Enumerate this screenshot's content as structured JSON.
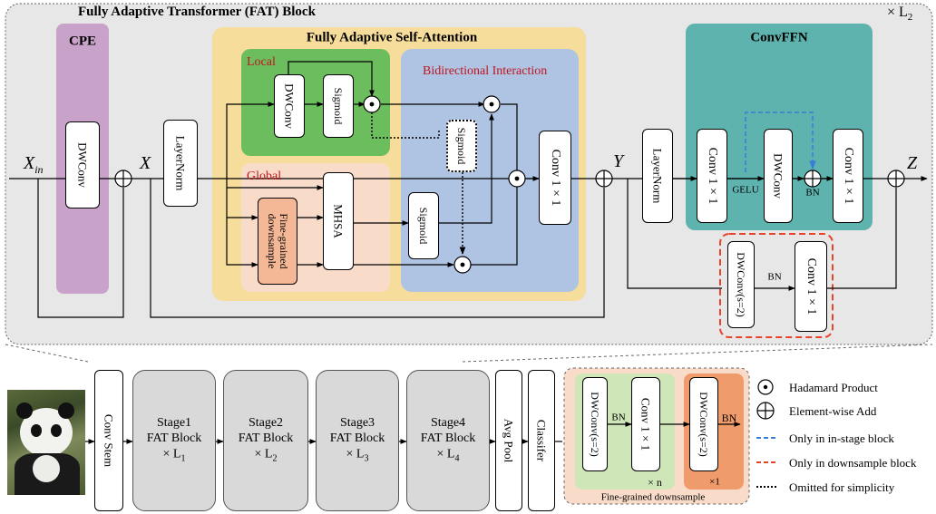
{
  "block": {
    "title": "Fully Adaptive Transformer (FAT) Block",
    "repeat": "× L",
    "repeat_sub": "2"
  },
  "cpe": {
    "title": "CPE",
    "dwconv": "DWConv"
  },
  "fasa": {
    "title": "Fully Adaptive Self-Attention",
    "local": {
      "title": "Local",
      "dwconv": "DWConv",
      "sigmoid": "Sigmoid"
    },
    "global": {
      "title": "Global",
      "downsample": "Fine-grained downsample",
      "mhsa": "MHSA"
    },
    "bidirectional": {
      "title": "Bidirectional Interaction",
      "sigmoid_top": "Sigmoid",
      "sigmoid_bottom": "Sigmoid"
    },
    "conv": "Conv 1 × 1"
  },
  "layernorm_1": "LayerNorm",
  "layernorm_2": "LayerNorm",
  "convffn": {
    "title": "ConvFFN",
    "conv1": "Conv 1 × 1",
    "gelu": "GELU",
    "dwconv": "DWConv",
    "bn": "BN",
    "conv2": "Conv 1 × 1"
  },
  "shortcut": {
    "dwconv": "DWConv(s=2)",
    "bn": "BN",
    "conv": "Conv 1 × 1"
  },
  "variables": {
    "x_in": "X",
    "x_in_sub": "in",
    "x": "X",
    "y": "Y",
    "z": "Z"
  },
  "pipeline": {
    "conv_stem": "Conv Stem",
    "stages": [
      {
        "name": "Stage1",
        "block": "FAT Block",
        "repeat": "× L",
        "sub": "1"
      },
      {
        "name": "Stage2",
        "block": "FAT Block",
        "repeat": "× L",
        "sub": "2"
      },
      {
        "name": "Stage3",
        "block": "FAT Block",
        "repeat": "× L",
        "sub": "3"
      },
      {
        "name": "Stage4",
        "block": "FAT Block",
        "repeat": "× L",
        "sub": "4"
      }
    ],
    "avg_pool": "Avg Pool",
    "classifier": "Classifer"
  },
  "downsample_detail": {
    "title": "Fine-grained downsample",
    "dwconv1": "DWConv(s=2)",
    "bn1": "BN",
    "conv": "Conv 1 × 1",
    "times_n": "× n",
    "dwconv2": "DWConv(s=2)",
    "bn2": "BN",
    "times_1": "×1"
  },
  "legend": [
    {
      "symbol": "hadamard",
      "label": "Hadamard Product"
    },
    {
      "symbol": "add",
      "label": "Element-wise Add"
    },
    {
      "symbol": "blue-dash",
      "label": "Only in in-stage block",
      "color": "#3b7dd8"
    },
    {
      "symbol": "red-dash",
      "label": "Only in downsample block",
      "color": "#e8442c"
    },
    {
      "symbol": "black-dot",
      "label": "Omitted for simplicity"
    }
  ],
  "colors": {
    "block_bg": "#e7e7e7",
    "cpe": "#c9a2c9",
    "fasa": "#f6dd9c",
    "local": "#6cbd5e",
    "global": "#f8dcc9",
    "bidirectional": "#afc3e3",
    "convffn": "#5fb3ae",
    "downsample_box": "#f4b896",
    "ds_green": "#cfe6b8",
    "ds_orange": "#ef9b6c",
    "stage": "#d9d9d9",
    "red_dash": "#e8442c",
    "blue_dash": "#3b7dd8"
  }
}
